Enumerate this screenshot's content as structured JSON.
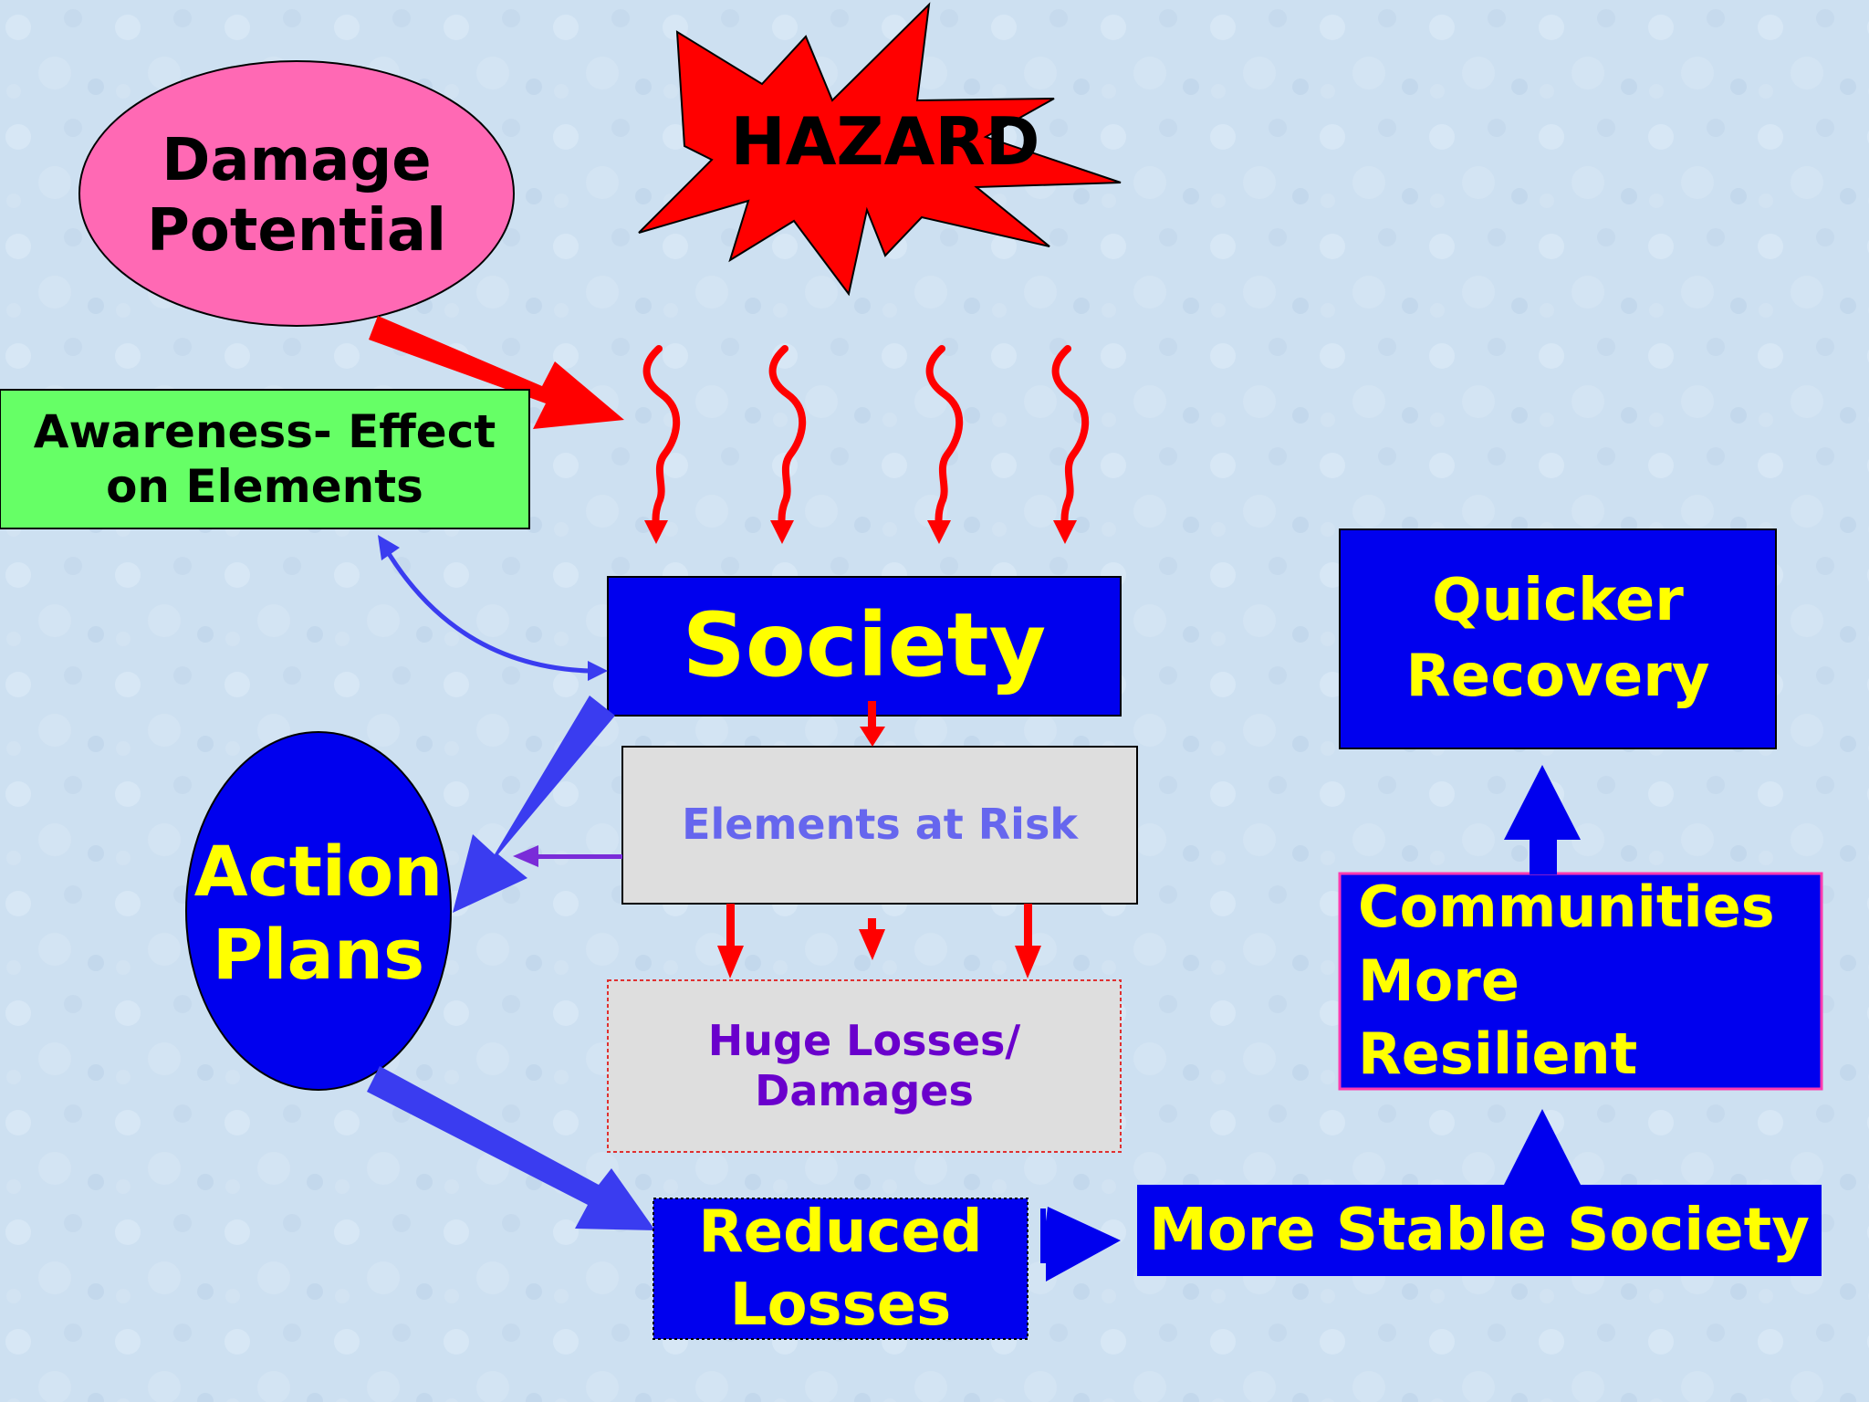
{
  "nodes": {
    "hazard": "HAZARD",
    "damage_potential": "Damage\nPotential",
    "awareness": "Awareness- Effect\non Elements",
    "society": "Society",
    "action_plans": "Action\nPlans",
    "elements_at_risk": "Elements at Risk",
    "huge_losses": "Huge Losses/\nDamages",
    "reduced_losses": "Reduced\nLosses",
    "more_stable_society": "More Stable Society",
    "communities_resilient": "Communities\nMore\nResilient",
    "quicker_recovery": "Quicker\nRecovery"
  },
  "colors": {
    "background": "#cde0f1",
    "blue_box": "#0000ee",
    "yellow_text": "#ffff00",
    "red_arrow": "#ff0000",
    "blue_arrow": "#3a3cf0",
    "pink": "#ff69b4",
    "green": "#66ff66",
    "gray_box": "#dedede",
    "light_purple_text": "#6666ee",
    "purple_text": "#6a00cc"
  }
}
